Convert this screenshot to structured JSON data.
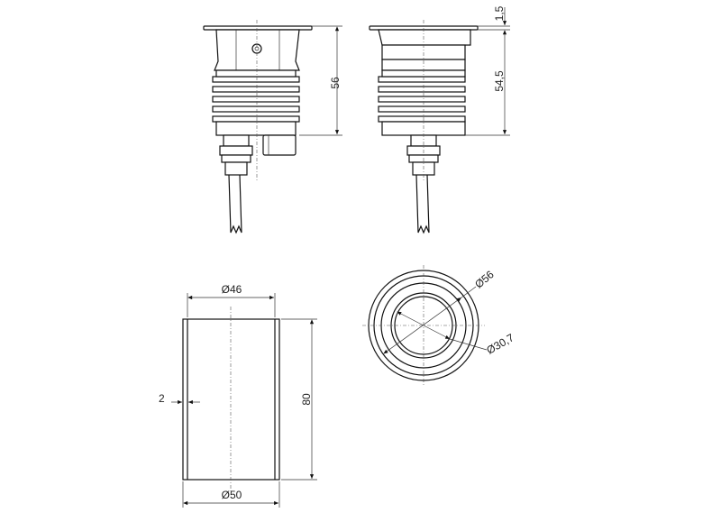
{
  "dimensions": {
    "side_height": "56",
    "top_thickness": "1,5",
    "body_height": "54,5",
    "sleeve_outer_diameter_top": "Ø46",
    "sleeve_wall": "2",
    "sleeve_height": "80",
    "sleeve_outer_diameter_bottom": "Ø50",
    "outer_diameter": "Ø56",
    "inner_diameter": "Ø30,7"
  },
  "colors": {
    "line": "#111111",
    "background": "#ffffff"
  }
}
